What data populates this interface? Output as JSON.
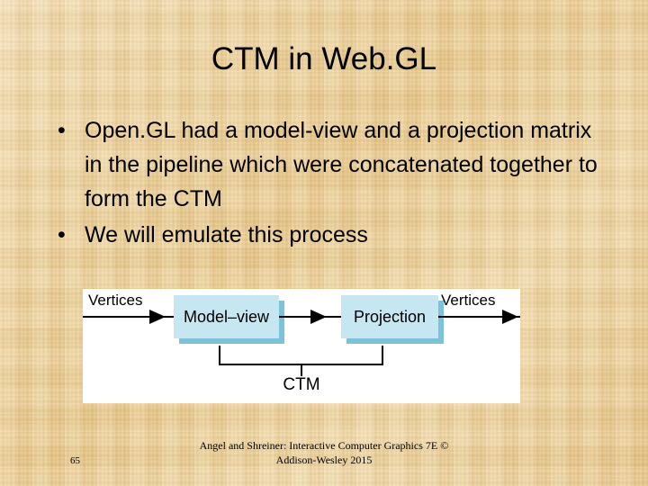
{
  "slide": {
    "title": "CTM in Web.GL",
    "background_color": "#ecce93",
    "page_number": "65"
  },
  "bullets": [
    {
      "marker": "•",
      "text": "Open.GL had a model-view and a projection matrix in the pipeline which were concatenated together to form the CTM"
    },
    {
      "marker": "•",
      "text": "We will emulate this process"
    }
  ],
  "figure": {
    "panel_background": "#ffffff",
    "box_fill": "#c6e6f2",
    "box_shadow": "#7cc3da",
    "input_label": "Vertices",
    "output_label": "Vertices",
    "stage_modelview": "Model–view",
    "stage_projection": "Projection",
    "bracket_label": "CTM"
  },
  "footer": {
    "citation": "Angel and Shreiner: Interactive Computer Graphics 7E © Addison-Wesley 2015"
  }
}
